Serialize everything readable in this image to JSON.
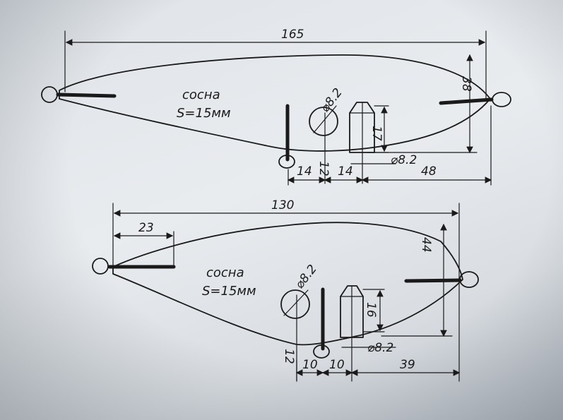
{
  "top_drawing": {
    "overall_length": "165",
    "height": "38",
    "material": "сосна",
    "thickness": "S=15мм",
    "hole_diameter": "⌀8.2",
    "lead_diameter": "⌀8.2",
    "lead_height": "17",
    "dim_a": "14",
    "dim_b": "12",
    "dim_c": "14",
    "dim_d": "48"
  },
  "bottom_drawing": {
    "overall_length": "130",
    "front_length": "23",
    "height": "44",
    "material": "сосна",
    "thickness": "S=15мм",
    "hole_diameter": "⌀8.2",
    "lead_diameter": "⌀8.2",
    "lead_height": "16",
    "dim_a": "10",
    "dim_b": "12",
    "dim_c": "10",
    "dim_d": "39"
  },
  "colors": {
    "ink": "#1a1a1a",
    "paper": "#e6e9ec"
  }
}
